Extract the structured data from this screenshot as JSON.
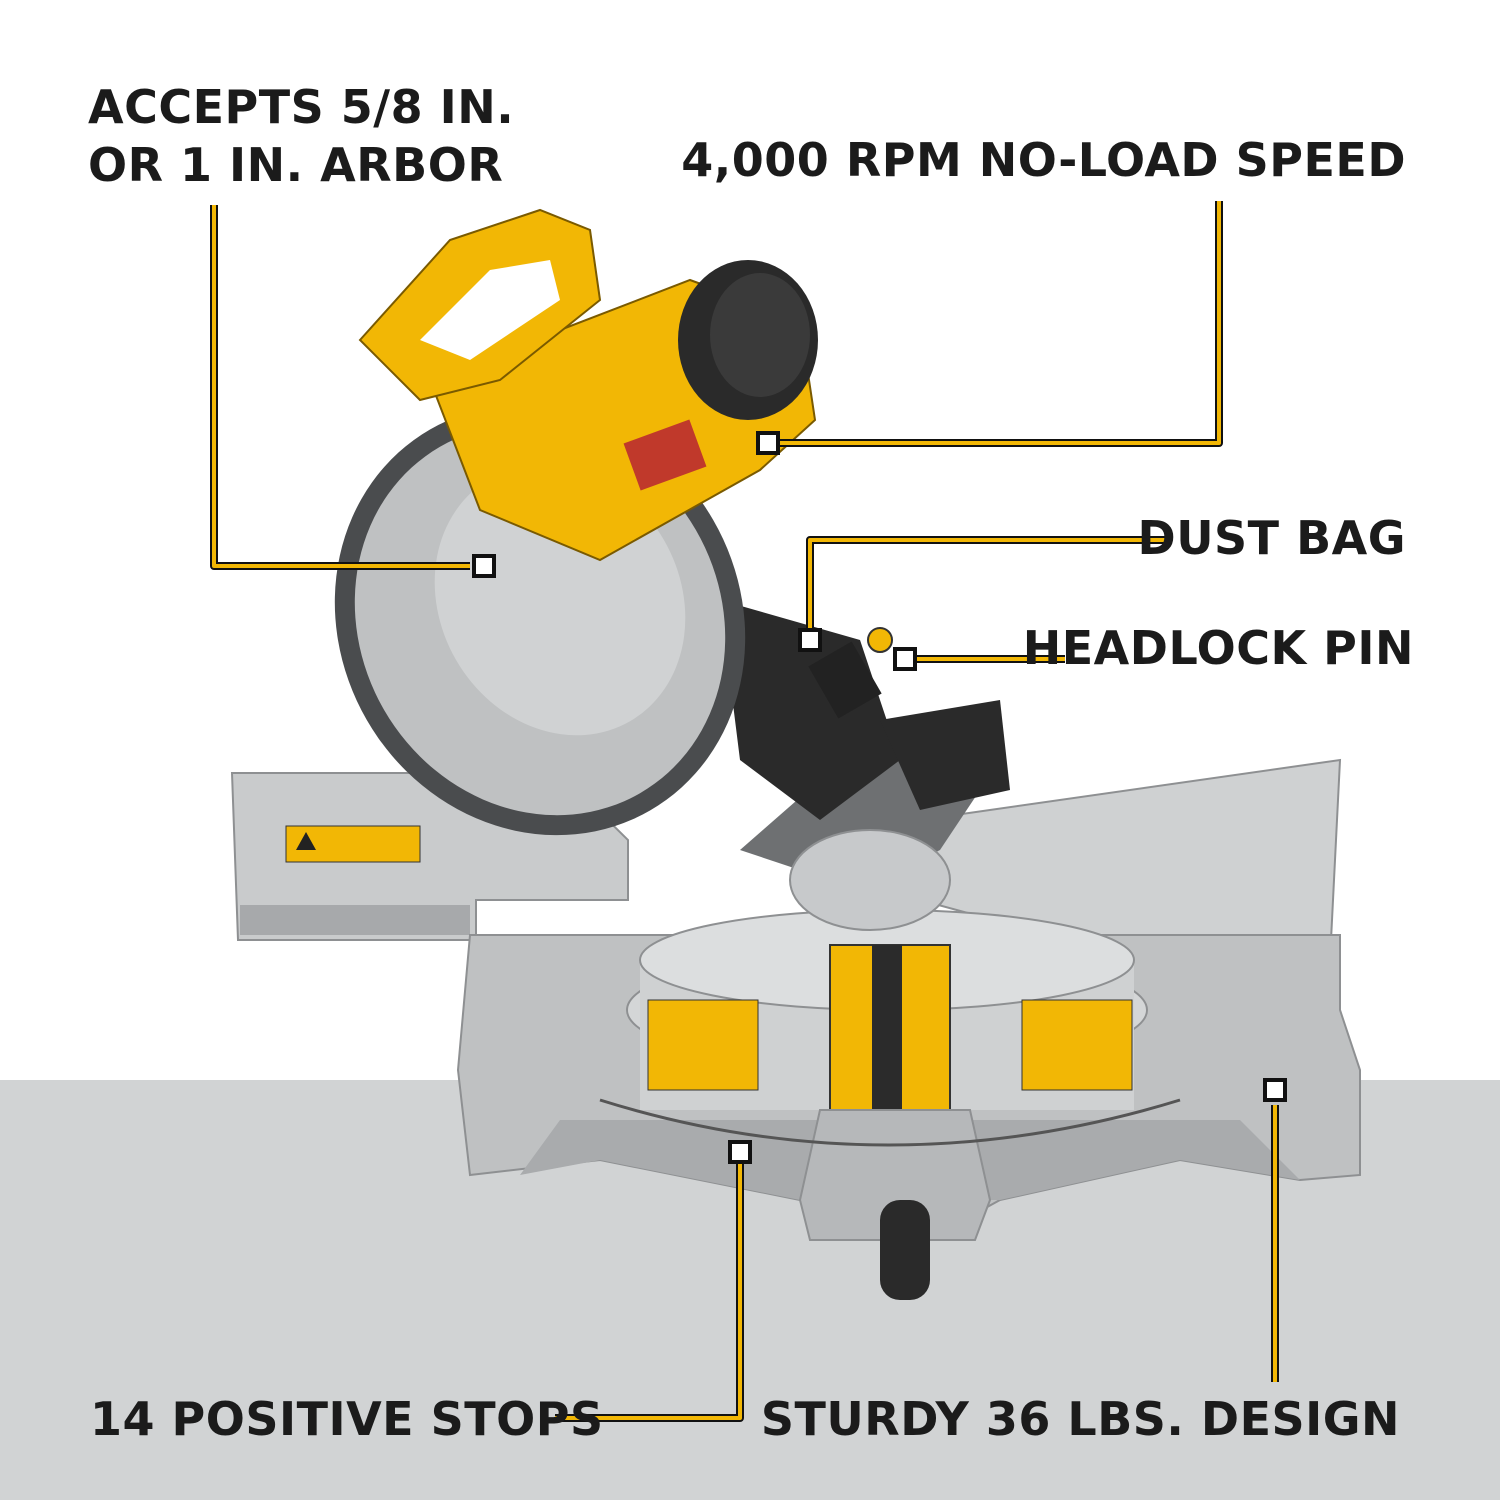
{
  "callouts": {
    "arbor": {
      "line1": "ACCEPTS 5/8 IN.",
      "line2": "OR 1 IN. ARBOR"
    },
    "speed": "4,000 RPM NO-LOAD SPEED",
    "dust_bag": "DUST BAG",
    "headlock_pin": "HEADLOCK PIN",
    "positive_stops": "14 POSITIVE STOPS",
    "weight": "STURDY 36 LBS. DESIGN"
  },
  "colors": {
    "accent_yellow": "#f2b705",
    "leader_line": "#f2b705",
    "text": "#1b1b1b",
    "floor": "#d1d3d4"
  }
}
